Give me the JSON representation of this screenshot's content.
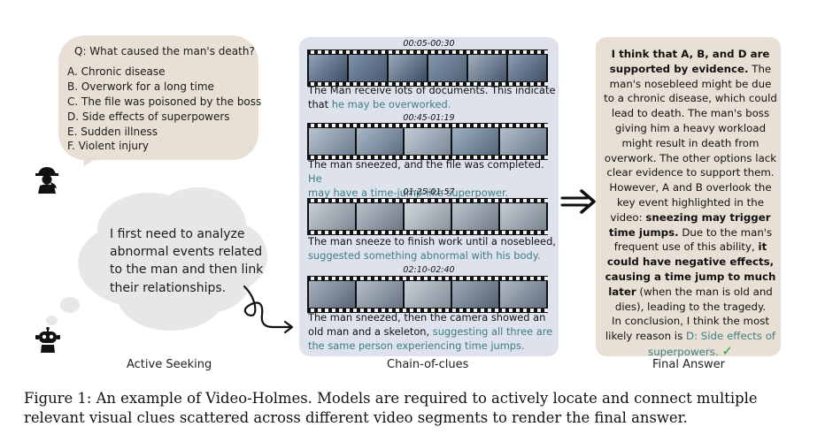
{
  "question": {
    "prompt": "Q: What caused the man's death?",
    "options": [
      "A. Chronic disease",
      "B. Overwork for a long time",
      "C. The file was poisoned by the boss",
      "D. Side effects of superpowers",
      "E. Sudden illness",
      "F. Violent injury"
    ]
  },
  "thought": {
    "lines": [
      "I first need to analyze",
      "abnormal events related",
      "to the man and then link",
      "their relationships."
    ]
  },
  "labels": {
    "active_seeking": "Active Seeking",
    "chain_of_clues": "Chain-of-clues",
    "final_answer": "Final Answer"
  },
  "clues": [
    {
      "time": "00:05-00:30",
      "lines": [
        [
          "The Man receive lots of documents. This indicate",
          ""
        ],
        [
          "that ",
          "he may be overworked."
        ]
      ]
    },
    {
      "time": "00:45-01:19",
      "lines": [
        [
          "The man sneezed, and the file was completed. ",
          "He"
        ],
        [
          "",
          "may have a time-jump-like superpower."
        ]
      ]
    },
    {
      "time": "01:25-01:57",
      "lines": [
        [
          "The man sneeze to finish work until a nosebleed,",
          ""
        ],
        [
          "",
          "suggested something abnormal with his body."
        ]
      ]
    },
    {
      "time": "02:10-02:40",
      "lines": [
        [
          "The man sneezed, then the camera showed an",
          ""
        ],
        [
          "old man and a skeleton, ",
          "suggesting all three are"
        ],
        [
          "",
          "the same person experiencing time jumps."
        ]
      ]
    }
  ],
  "final": {
    "p1_bold": "I think that A, B, and D are supported by evidence.",
    "p1_rest": " The man's nosebleed might be due to a chronic disease, which could lead to death. The man's boss giving him a heavy workload might result in death from overwork. The other options lack clear evidence to support them.",
    "p2_a": "However, A and B overlook the key event highlighted in the video: ",
    "p2_bold1": "sneezing may trigger time jumps.",
    "p2_b": " Due to the man's frequent use of this ability, ",
    "p2_bold2": "it could have negative effects, causing a time jump to much later",
    "p2_c": " (when the man is old and dies), leading to the tragedy.",
    "p3_a": "In conclusion, I think the most likely reason is ",
    "p3_answer": "D: Side effects of superpowers.",
    "check": "✓"
  },
  "caption": "Figure 1: An example of Video-Holmes. Models are required to actively locate and connect multiple relevant visual clues scattered across different video segments to render the final answer.",
  "colors": {
    "bubble": "#e8e0d5",
    "cloud": "#e7e7e7",
    "chain_panel": "#dde2ed",
    "highlight": "#3f7e80",
    "check": "#2a9d3a"
  }
}
